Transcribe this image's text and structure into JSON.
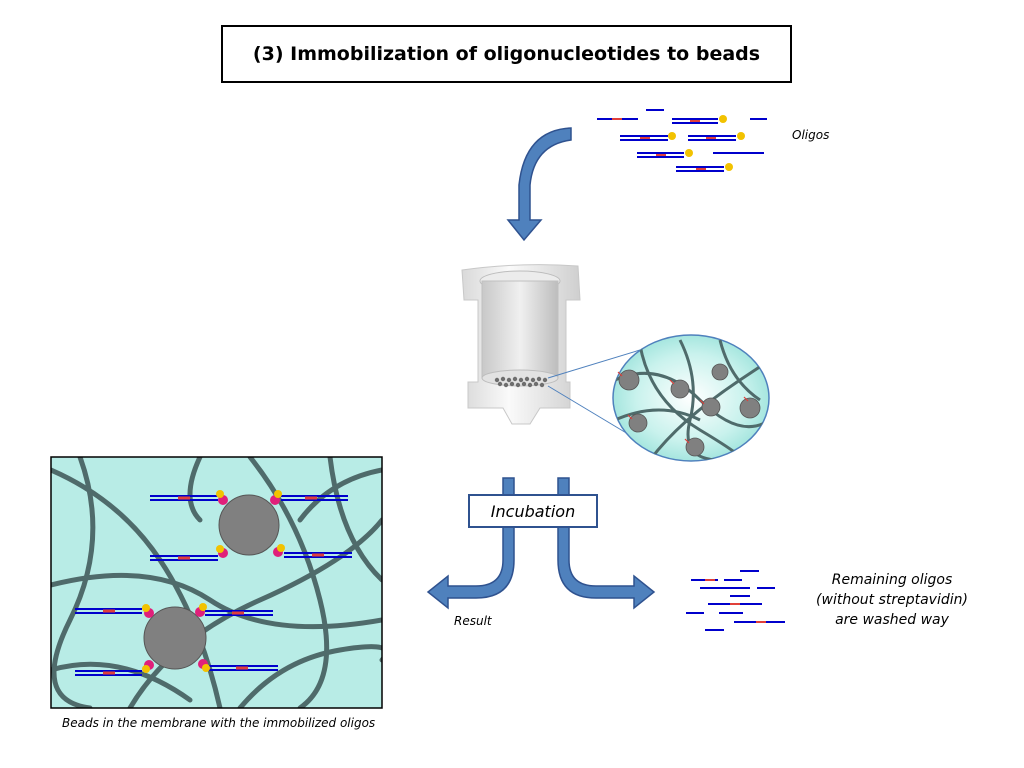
{
  "title": "(3) Immobilization of oligonucleotides to beads",
  "labels": {
    "oligos": "Oligos",
    "incubation": "Incubation",
    "result": "Result",
    "remaining": [
      "Remaining oligos",
      "(without streptavidin)",
      "are washed way"
    ],
    "beads_caption": "Beads in the membrane with the immobilized oligos"
  },
  "colors": {
    "oligo_strand": "#0000cc",
    "oligo_mark": "#e0403a",
    "biotin_star": "#f2c200",
    "streptavidin": "#e0207a",
    "arrow_fill": "#4f81bd",
    "arrow_stroke": "#2f528f",
    "membrane_bg": "#b8ece6",
    "membrane_fiber": "#4f6b6b",
    "bead": "#808080"
  }
}
